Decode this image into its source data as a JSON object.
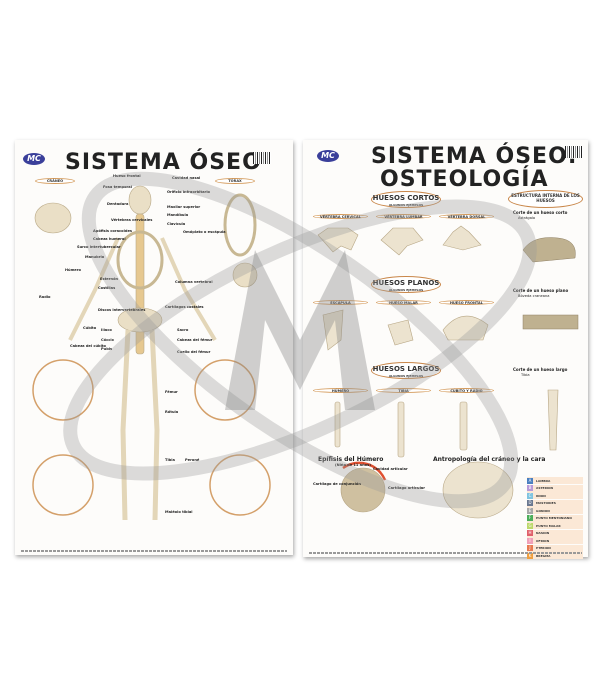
{
  "left_poster": {
    "logo": "MC",
    "title": "SISTEMA ÓSEO",
    "pills": [
      "CRÁNEO",
      "TÓRAX"
    ],
    "labels": [
      "Hueso frontal",
      "Cavidad nasal",
      "Fosa temporal",
      "Orificio infraorbitario",
      "Dentadura",
      "Maxilar superior",
      "Mandíbula",
      "Vértebras cervicales",
      "Clavícula",
      "Omóplato o escápula",
      "Apófisis coracoides",
      "Cabeza humeral",
      "Surco intertubercular",
      "Manubrio",
      "Húmero",
      "Esternón",
      "Costillas",
      "Columna vertebral",
      "Radio",
      "Discos intervertebrales",
      "Cartílagos costales",
      "Cúbito",
      "Ilíaco",
      "Sacro",
      "Cóccix",
      "Cabeza del cúbito",
      "Cabeza del fémur",
      "Pubis",
      "Cuello del fémur",
      "Tibia",
      "Peroné",
      "Maléolo tibial",
      "Fémur",
      "Rótula"
    ]
  },
  "right_poster": {
    "logo": "MC",
    "title_line1": "SISTEMA ÓSEO:",
    "title_line2": "OSTEOLOGÍA",
    "sections": [
      {
        "title": "HUESOS CORTOS",
        "subtitle": "ALGUNOS EJEMPLOS",
        "items": [
          "VÉRTEBRA CERVICAL",
          "VÉRTEBRA LUMBAR",
          "VÉRTEBRA DORSAL"
        ]
      },
      {
        "title": "HUESOS PLANOS",
        "subtitle": "ALGUNOS EJEMPLOS",
        "items": [
          "ESCÁPULA",
          "HUESO MALAR",
          "HUESO FRONTAL"
        ]
      },
      {
        "title": "HUESOS LARGOS",
        "subtitle": "ALGUNOS EJEMPLOS",
        "items": [
          "HÚMERO",
          "TIBIA",
          "CÚBITO Y RADIO"
        ]
      }
    ],
    "structure": {
      "title": "ESTRUCTURA INTERNA DE LOS HUESOS",
      "short_cut": "Corte de un hueso corto",
      "short_bone": "Astrágalo",
      "flat_cut": "Corte de un hueso plano",
      "flat_bone": "Bóveda craneana",
      "long_cut": "Corte de un hueso largo",
      "long_bone": "Tibia"
    },
    "epiphysis": {
      "title": "Epífisis del Húmero",
      "subtitle": "(Niño de 11 años)",
      "labels": [
        "Cavidad articular",
        "Cartílago de conjunción",
        "Cartílago articular"
      ]
    },
    "anthropology": {
      "title": "Antropología del cráneo y la cara",
      "legend": [
        {
          "letter": "A",
          "label": "LAMBDA",
          "color": "#4a7fc0"
        },
        {
          "letter": "B",
          "label": "ASTERION",
          "color": "#b89ad8"
        },
        {
          "letter": "C",
          "label": "INION",
          "color": "#7fc4e0"
        },
        {
          "letter": "D",
          "label": "MASTOIDES",
          "color": "#6a7890"
        },
        {
          "letter": "E",
          "label": "GONION",
          "color": "#a8a8a8"
        },
        {
          "letter": "F",
          "label": "PUNTO MENTONIANO",
          "color": "#4cae5a"
        },
        {
          "letter": "G",
          "label": "PUNTO MALAR",
          "color": "#bcd86a"
        },
        {
          "letter": "H",
          "label": "NASION",
          "color": "#e0606a"
        },
        {
          "letter": "I",
          "label": "OFRION",
          "color": "#f0a0b8"
        },
        {
          "letter": "J",
          "label": "PTERION",
          "color": "#e87a50"
        },
        {
          "letter": "K",
          "label": "BREGMA",
          "color": "#f0a040"
        }
      ]
    }
  }
}
